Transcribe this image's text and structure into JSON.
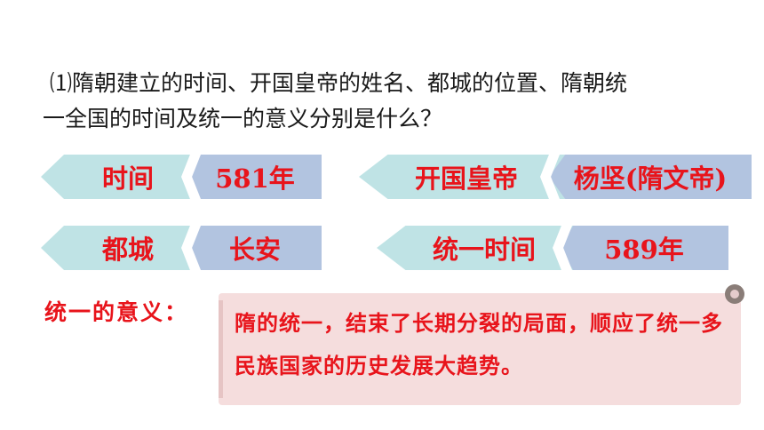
{
  "question": {
    "line1": "⑴隋朝建立的时间、开国皇帝的姓名、都城的位置、隋朝统",
    "line2": "一全国的时间及统一的意义分别是什么？"
  },
  "tags": {
    "time_label": "时间",
    "time_value": "581年",
    "emperor_label": "开国皇帝",
    "emperor_value": "杨坚(隋文帝)",
    "capital_label": "都城",
    "capital_value": "长安",
    "unify_label": "统一时间",
    "unify_value": "589年"
  },
  "meaning": {
    "label": "统一的意义：",
    "text": "隋的统一，结束了长期分裂的局面，顺应了统一多民族国家的历史发展大趋势。"
  },
  "colors": {
    "accent_red": "#e8141b",
    "light_tag": "#bfe3e5",
    "dark_tag": "#b2c4e0",
    "scroll_bg": "#f5dddd"
  }
}
